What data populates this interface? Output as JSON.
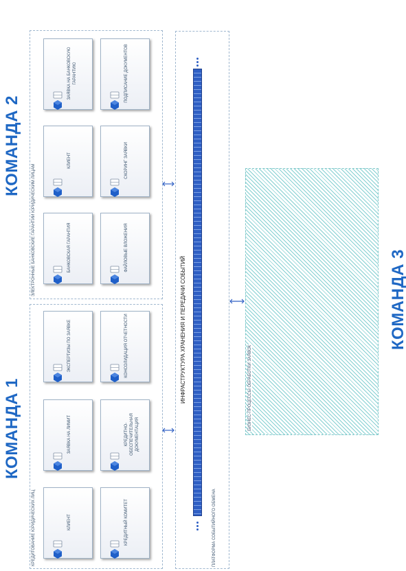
{
  "teams": {
    "team1": "КОМАНДА 1",
    "team2": "КОМАНДА 2",
    "team3": "КОМАНДА 3"
  },
  "group1": {
    "label": "КРЕДИТОВАНИЕ ЮРИДИЧЕСКИХ ЛИЦ",
    "cards": [
      "КЛИЕНТ",
      "КРЕДИТНЫЙ КОМИТЕТ",
      "ЗАЯВКА НА ЛИМИТ",
      "КРЕДИТНО-ОБЕСПЕЧИТЕЛЬНАЯ ДОКУМЕНТАЦИЯ",
      "ЭКСПЕРТИЗЫ ПО ЗАЯВКЕ",
      "КОНСОЛИДАЦИЯ ОТЧЕТНОСТИ"
    ]
  },
  "group2": {
    "label": "ЭЛЕКТРОННЫЕ БАНКОВСКИЕ ГАРАНТИИ ЮРИДИЧЕСКИМ ЛИЦАМ",
    "cards": [
      "БАНКОВСКАЯ ГАРАНТИЯ",
      "ФАЙЛОВЫЕ ВЛОЖЕНИЯ",
      "КЛИЕНТ",
      "СКОРИНГ ЗАЯВКИ",
      "ЗАЯВКА НА БАНКОВСКУЮ ГАРАНТИЮ",
      "ПОДПИСАНИЕ ДОКУМЕНТОВ"
    ]
  },
  "platform": {
    "label": "ПЛАТФОРМА СОБЫТИЙНОГО ОБМЕНА",
    "bar_label": "ИНФРАСТРУКТУРА ХРАНЕНИЯ И ПЕРЕДАЧИ СОБЫТИЙ"
  },
  "business": {
    "label": "БИЗНЕС-ПРОЦЕССЫ ОБРАБОТКИ ЗАЯВОК"
  },
  "colors": {
    "title": "#1f68c4",
    "bar": "#2f5fc4",
    "hatch": "#83cfd1",
    "border": "#9fb7cf"
  },
  "icon": "hexagon-database-icon"
}
